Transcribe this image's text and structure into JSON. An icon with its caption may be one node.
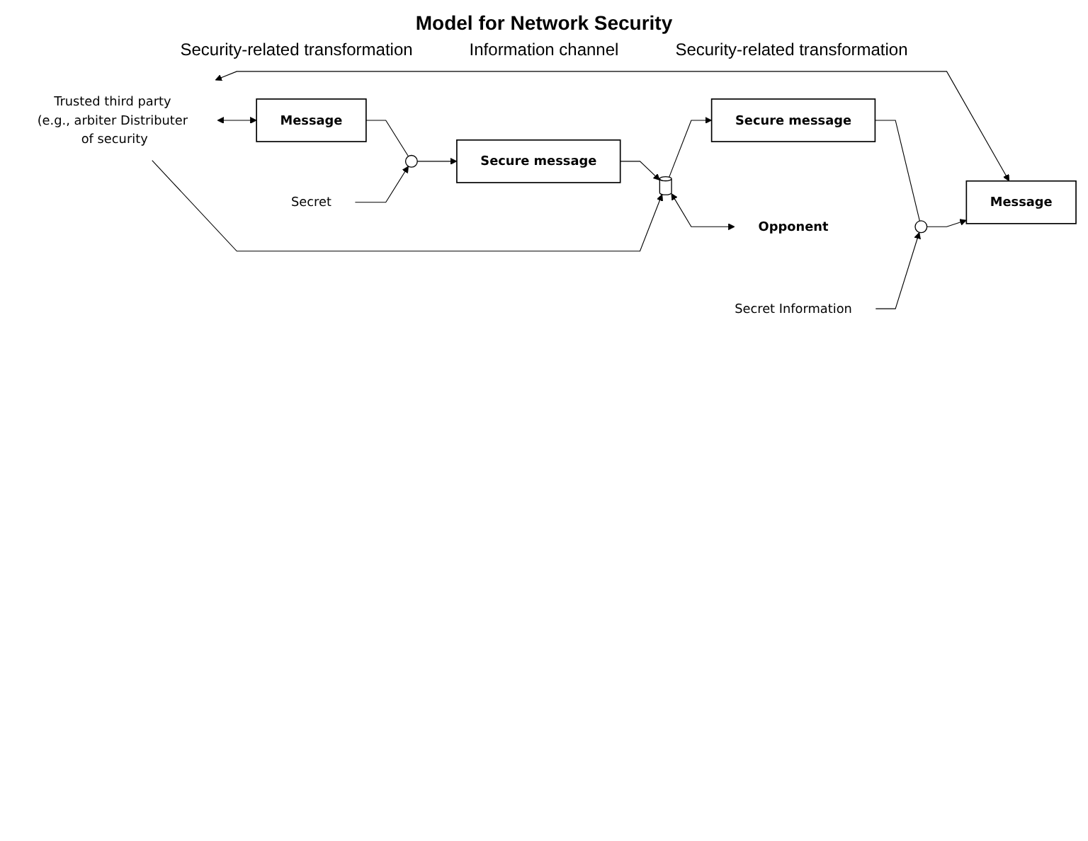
{
  "diagram": {
    "title": "Model for Network Security",
    "nodes": [
      {
        "text": [
          "Trusted third party (e.g., arbiter Distributer of security"
        ]
      },
      {
        "text": [
          "Message"
        ]
      },
      {
        "text": [],
        "shape": "circle"
      },
      {
        "text": [
          "Secret"
        ]
      },
      {
        "text": [
          "Secure message"
        ]
      },
      {
        "text": [],
        "shape": "cylinder"
      },
      {
        "text": [
          "Secure message"
        ]
      },
      {
        "text": [],
        "shape": "circle"
      },
      {
        "text": [
          "Secret Information"
        ]
      },
      {
        "text": [
          "Message"
        ]
      },
      {
        "text": [
          "Opponent"
        ]
      }
    ],
    "edges": [
      {
        "from": 0,
        "to": 1,
        "arrow": "both"
      },
      {
        "from": 0,
        "to": 9,
        "arrow": "both"
      },
      {
        "from": 1,
        "to": 2,
        "arrow": "none"
      },
      {
        "from": 2,
        "to": 4,
        "arrow": "to"
      },
      {
        "from": 3,
        "to": 2,
        "arrow": "to"
      },
      {
        "from": 4,
        "to": 5,
        "arrow": "to"
      },
      {
        "from": 0,
        "to": 5,
        "arrow": "to"
      },
      {
        "from": 5,
        "to": 10,
        "arrow": "both"
      },
      {
        "from": 5,
        "to": 6,
        "arrow": "to"
      },
      {
        "from": 6,
        "to": 7,
        "arrow": "none"
      },
      {
        "from": 8,
        "to": 7,
        "arrow": "to"
      },
      {
        "from": 7,
        "to": 9,
        "arrow": "to"
      }
    ],
    "labels": [
      "Security-related transformation",
      "Information channel",
      "Security-related transformation"
    ]
  }
}
